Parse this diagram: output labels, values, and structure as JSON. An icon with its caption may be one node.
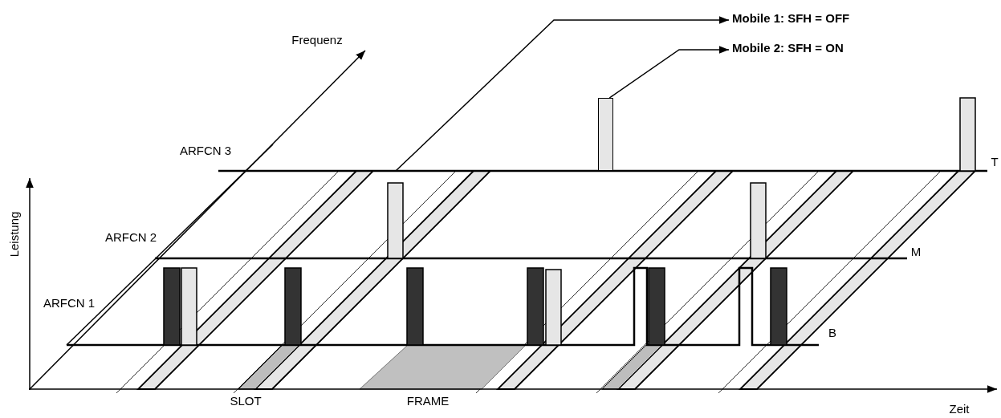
{
  "diagram": {
    "nodes": [
      {
        "text": [
          "Mobile 1: SFH = OFF"
        ]
      },
      {
        "text": [
          "Mobile 2: SFH = ON"
        ]
      },
      {
        "text": [],
        "shape": "bar"
      }
    ],
    "edges": [
      {
        "from": null,
        "to": 0,
        "arrow": "to"
      },
      {
        "from": 2,
        "to": 1,
        "arrow": "to"
      }
    ],
    "labels": [
      "Frequenz",
      "ARFCN 3",
      "T",
      "ARFCN 2",
      "M",
      "Leistung",
      "ARFCN 1",
      "B",
      "SLOT",
      "FRAME",
      "Zeit"
    ]
  }
}
